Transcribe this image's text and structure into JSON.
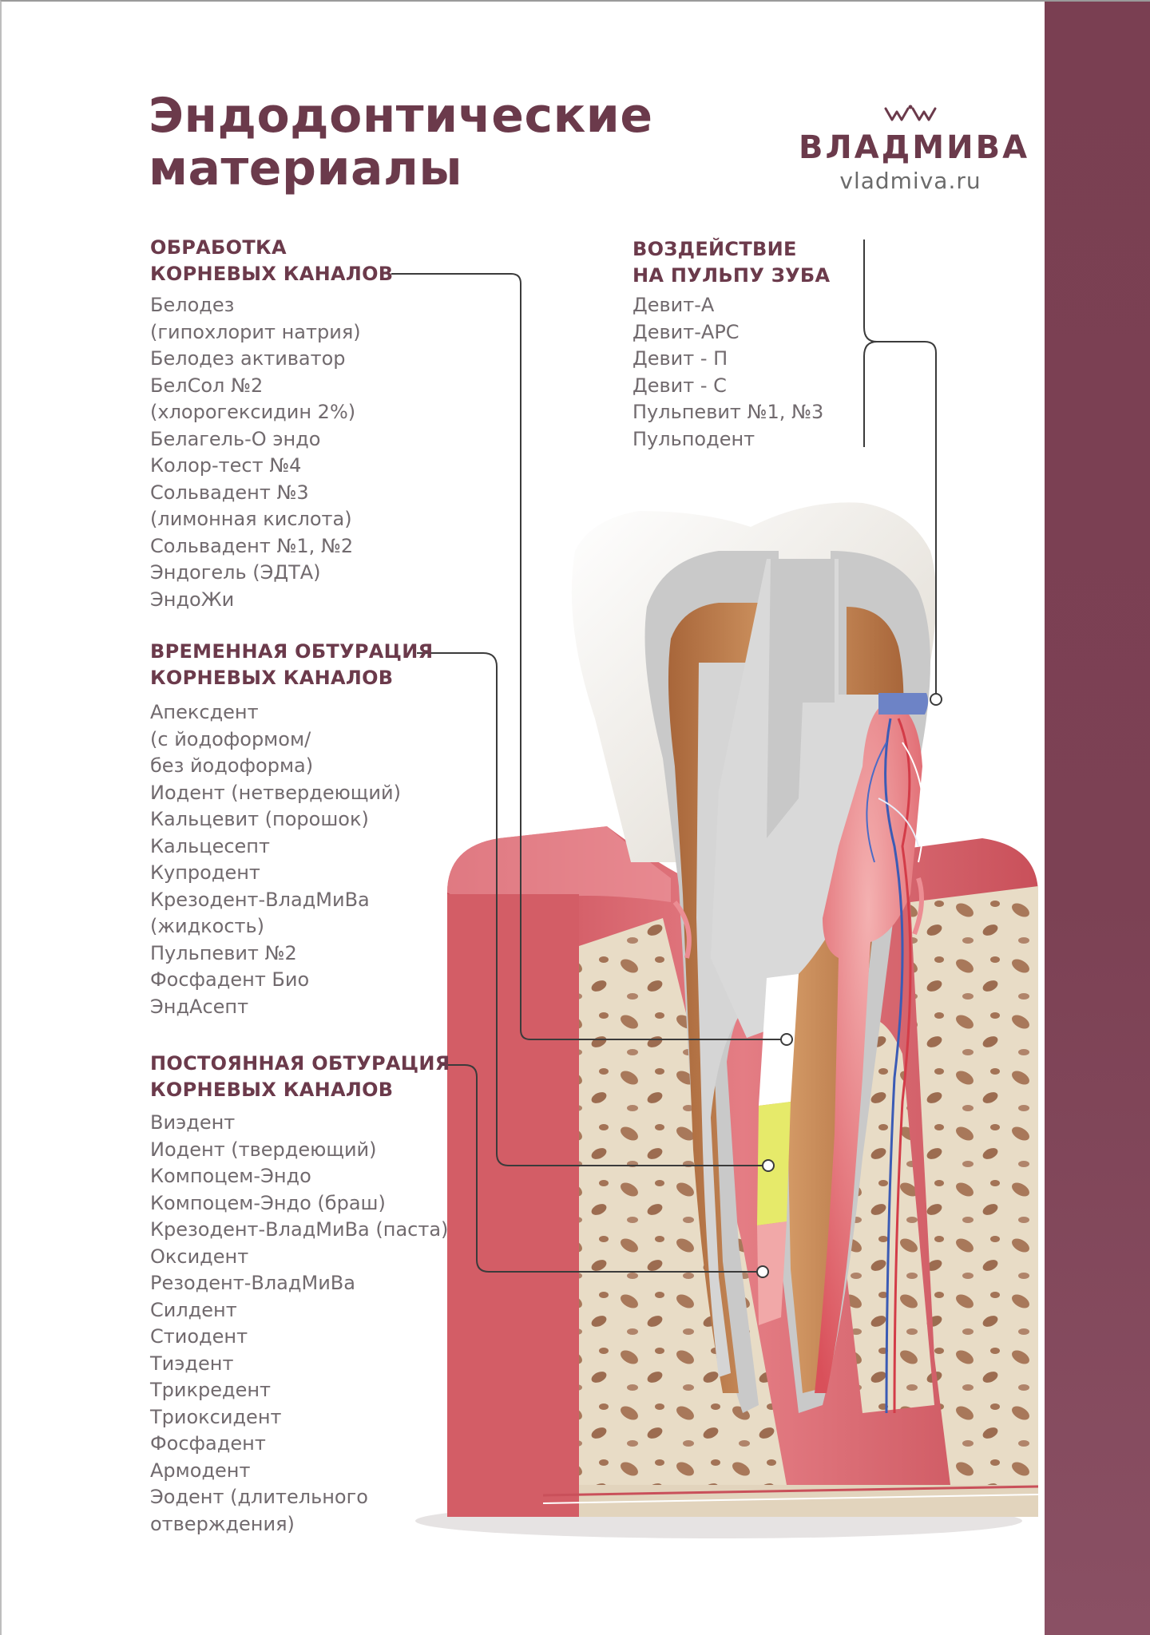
{
  "title": {
    "line1": "Эндодонтические",
    "line2": "материалы"
  },
  "brand": {
    "name": "ВЛАДМИВА",
    "url": "vladmiva.ru",
    "logo_icon": "vladmiva-logo-icon"
  },
  "colors": {
    "accent": "#6b3a4b",
    "band": "#7a3f52",
    "text": "#716a6e"
  },
  "sections": {
    "processing": {
      "title_line1": "ОБРАБОТКА",
      "title_line2": "КОРНЕВЫХ КАНАЛОВ",
      "items": [
        "Белодез",
        "(гипохлорит натрия)",
        "Белодез активатор",
        "БелСол №2",
        "(хлорогексидин 2%)",
        "Белагель-О эндо",
        "Колор-тест №4",
        "Сольвадент №3",
        "(лимонная кислота)",
        "Сольвадент №1, №2",
        "Эндогель (ЭДТА)",
        "ЭндоЖи"
      ]
    },
    "pulp": {
      "title_line1": "ВОЗДЕЙСТВИЕ",
      "title_line2": "НА ПУЛЬПУ ЗУБА",
      "items": [
        "Девит-А",
        "Девит-АРС",
        "Девит - П",
        "Девит - С",
        "Пульпевит №1, №3",
        "Пульподент"
      ]
    },
    "temporary": {
      "title_line1": "ВРЕМЕННАЯ ОБТУРАЦИЯ",
      "title_line2": "КОРНЕВЫХ КАНАЛОВ",
      "items": [
        "Апексдент",
        "(с йодоформом/",
        "без йодоформа)",
        "Иодент (нетвердеющий)",
        "Кальцевит (порошок)",
        "Кальцесепт",
        "Купродент",
        "Крезодент-ВладМиВа",
        "(жидкость)",
        "Пульпевит №2",
        "Фосфадент Био",
        "ЭндАсепт"
      ]
    },
    "permanent": {
      "title_line1": "ПОСТОЯННАЯ ОБТУРАЦИЯ",
      "title_line2": "КОРНЕВЫХ КАНАЛОВ",
      "items": [
        "Виэдент",
        "Иодент (твердеющий)",
        "Компоцем-Эндо",
        "Компоцем-Эндо (браш)",
        "Крезодент-ВладМиВа (паста)",
        "Оксидент",
        "Резодент-ВладМиВа",
        "Силдент",
        "Стиодент",
        "Тиэдент",
        "Трикредент",
        "Триоксидент",
        "Фосфадент",
        "Армодент",
        "Эодент (длительного",
        "отверждения)"
      ]
    }
  }
}
